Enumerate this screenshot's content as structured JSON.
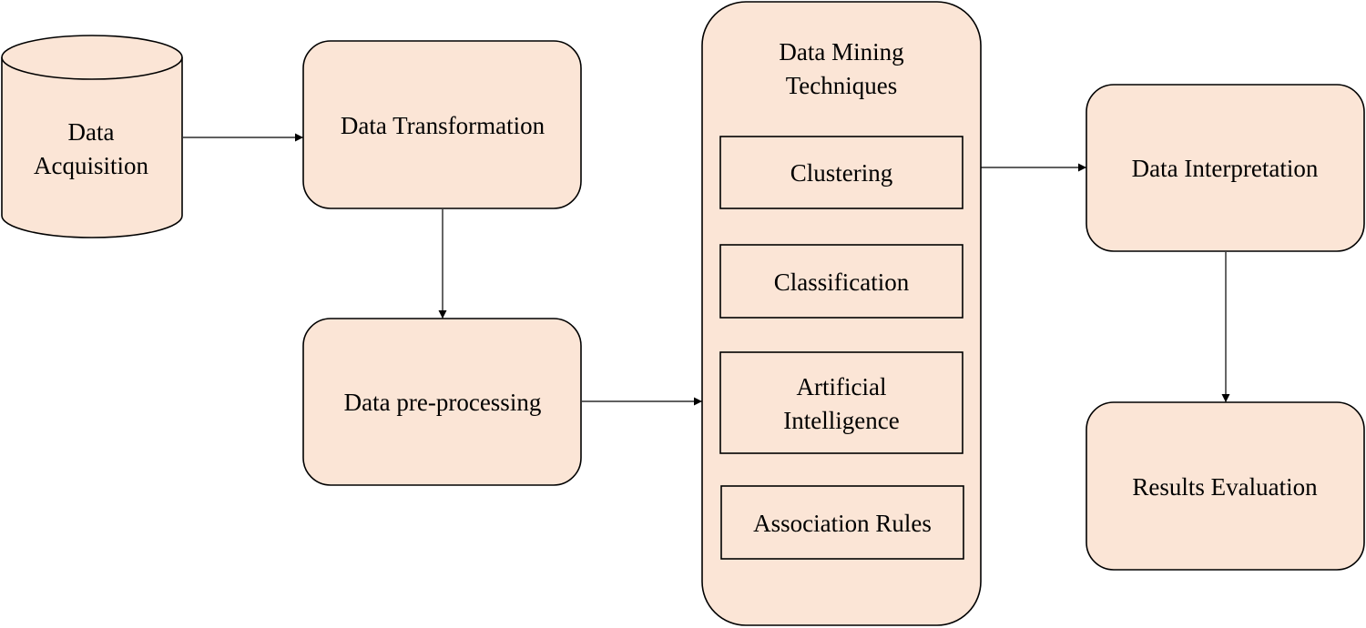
{
  "diagram": {
    "colors": {
      "fill": "#fbe5d6",
      "stroke": "#000000"
    },
    "nodes": {
      "acquisition": {
        "line1": "Data",
        "line2": "Acquisition"
      },
      "transformation": {
        "label": "Data Transformation"
      },
      "preprocessing": {
        "label": "Data pre-processing"
      },
      "mining": {
        "title_line1": "Data Mining",
        "title_line2": "Techniques",
        "techniques": [
          {
            "label": "Clustering"
          },
          {
            "label": "Classification"
          },
          {
            "line1": "Artificial",
            "line2": "Intelligence"
          },
          {
            "label": "Association Rules"
          }
        ]
      },
      "interpretation": {
        "label": "Data Interpretation"
      },
      "evaluation": {
        "label": "Results Evaluation"
      }
    }
  }
}
